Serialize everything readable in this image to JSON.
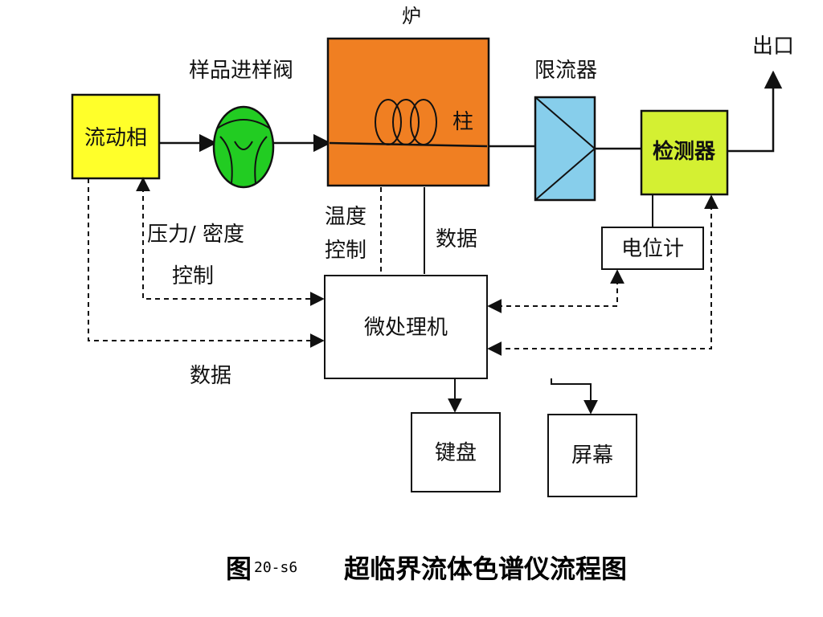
{
  "colors": {
    "mobile_phase_fill": "#ffff2a",
    "valve_fill": "#22cc22",
    "oven_fill": "#f07f22",
    "restrictor_fill": "#87ceeb",
    "detector_fill": "#d4f032",
    "line": "#111111"
  },
  "blocks": {
    "mobile_phase": "流动相",
    "sample_valve": "样品进样阀",
    "oven": "炉",
    "column": "柱",
    "restrictor": "限流器",
    "detector": "检测器",
    "outlet": "出口",
    "potentiometer": "电位计",
    "microprocessor": "微处理机",
    "keyboard": "键盘",
    "screen": "屏幕"
  },
  "signals": {
    "pressure_density_line1": "压力/ 密度",
    "pressure_density_line2": "控制",
    "temp_control_line1": "温度",
    "temp_control_line2": "控制",
    "data_upper": "数据",
    "data_lower": "数据"
  },
  "caption": {
    "prefix": "图",
    "number": "20-s6",
    "title": "超临界流体色谱仪流程图"
  }
}
